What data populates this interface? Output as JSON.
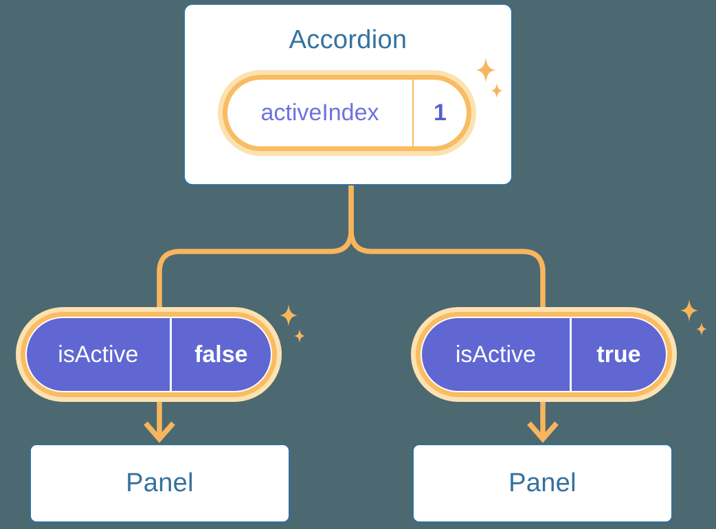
{
  "colors": {
    "bg": "#4C6971",
    "card-border": "#2F6F9F",
    "heading": "#35719E",
    "line": "#F7B55E",
    "pill-border": "#F9BC63",
    "pill-halo": "#FCE2B0",
    "purple": "#6067D2",
    "purple-label": "#6E72DE",
    "purple-value": "#585ED2",
    "white": "#FFFFFF"
  },
  "accordion": {
    "title": "Accordion",
    "state": {
      "label": "activeIndex",
      "value": "1"
    }
  },
  "children": [
    {
      "state": {
        "label": "isActive",
        "value": "false"
      },
      "panel": "Panel"
    },
    {
      "state": {
        "label": "isActive",
        "value": "true"
      },
      "panel": "Panel"
    }
  ]
}
